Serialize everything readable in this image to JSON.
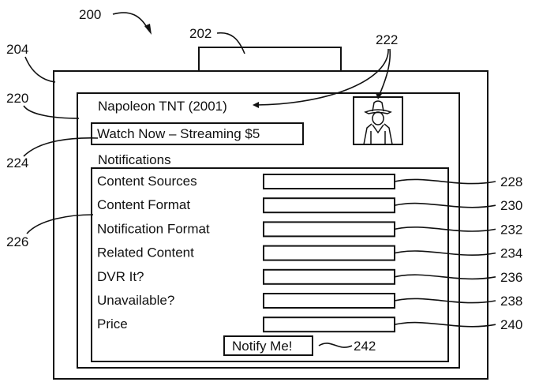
{
  "figure_refs": {
    "device": "200",
    "top_element": "202",
    "outer_frame": "204",
    "screen": "220",
    "title_and_image": "222",
    "watch_button": "224",
    "notifications_panel": "226",
    "notify_button": "242"
  },
  "screen": {
    "title": "Napoleon TNT (2001)",
    "watch_button": "Watch Now – Streaming $5",
    "notifications_heading": "Notifications",
    "notify_button": "Notify Me!",
    "poster_icon": "cowboy-figure-icon"
  },
  "fields": [
    {
      "label": "Content Sources",
      "ref": "228"
    },
    {
      "label": "Content Format",
      "ref": "230"
    },
    {
      "label": "Notification Format",
      "ref": "232"
    },
    {
      "label": "Related Content",
      "ref": "234"
    },
    {
      "label": "DVR It?",
      "ref": "236"
    },
    {
      "label": "Unavailable?",
      "ref": "238"
    },
    {
      "label": "Price",
      "ref": "240"
    }
  ]
}
